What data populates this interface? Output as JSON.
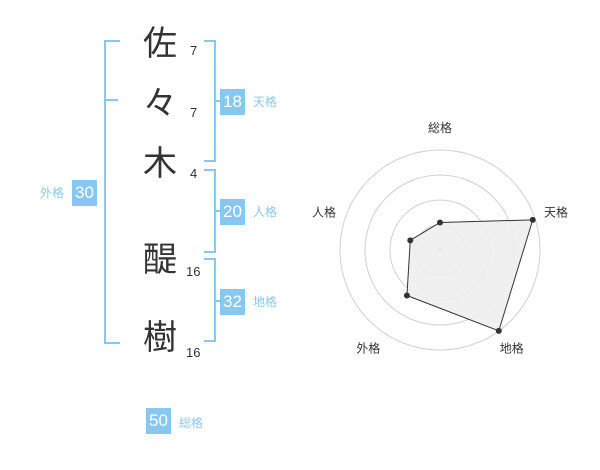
{
  "name_chars": [
    {
      "char": "佐",
      "strokes": "7"
    },
    {
      "char": "々",
      "strokes": "7"
    },
    {
      "char": "木",
      "strokes": "4"
    },
    {
      "char": "醍",
      "strokes": "16"
    },
    {
      "char": "樹",
      "strokes": "16"
    }
  ],
  "scores": {
    "tenkaku": {
      "value": "18",
      "label": "天格"
    },
    "jinkaku": {
      "value": "20",
      "label": "人格"
    },
    "chikaku": {
      "value": "32",
      "label": "地格"
    },
    "gaikaku": {
      "value": "30",
      "label": "外格"
    },
    "soukaku": {
      "value": "50",
      "label": "総格"
    }
  },
  "colors": {
    "accent": "#88c8f0",
    "text": "#333333",
    "radar_fill": "#eeeeee"
  },
  "chart_data": {
    "type": "radar",
    "axes": [
      "総格",
      "天格",
      "地格",
      "外格",
      "人格"
    ],
    "levels": 4,
    "values": [
      1.1,
      3.9,
      4.0,
      2.25,
      1.25
    ],
    "max": 4
  }
}
